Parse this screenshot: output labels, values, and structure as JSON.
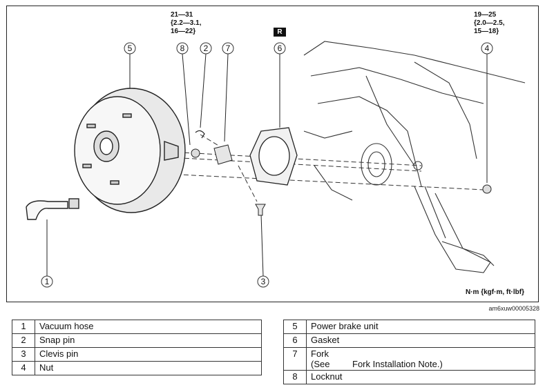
{
  "callouts": [
    "1",
    "2",
    "3",
    "4",
    "5",
    "6",
    "7",
    "8"
  ],
  "torque_8": [
    "21—31",
    "{2.2—3.1,",
    "16—22}"
  ],
  "torque_4": [
    "19—25",
    "{2.0—2.5,",
    "15—18}"
  ],
  "badge": "R",
  "unit_label": "N·m {kgf·m, ft·lbf}",
  "figure_ref": "am6xuw00005328",
  "parts_left": [
    {
      "num": "1",
      "name": "Vacuum hose"
    },
    {
      "num": "2",
      "name": "Snap pin"
    },
    {
      "num": "3",
      "name": "Clevis pin"
    },
    {
      "num": "4",
      "name": "Nut"
    }
  ],
  "parts_right": [
    {
      "num": "5",
      "name": "Power brake unit"
    },
    {
      "num": "6",
      "name": "Gasket"
    },
    {
      "num": "7",
      "name": "Fork",
      "note_prefix": "(See",
      "note_text": "Fork Installation Note.)"
    },
    {
      "num": "8",
      "name": "Locknut"
    }
  ]
}
